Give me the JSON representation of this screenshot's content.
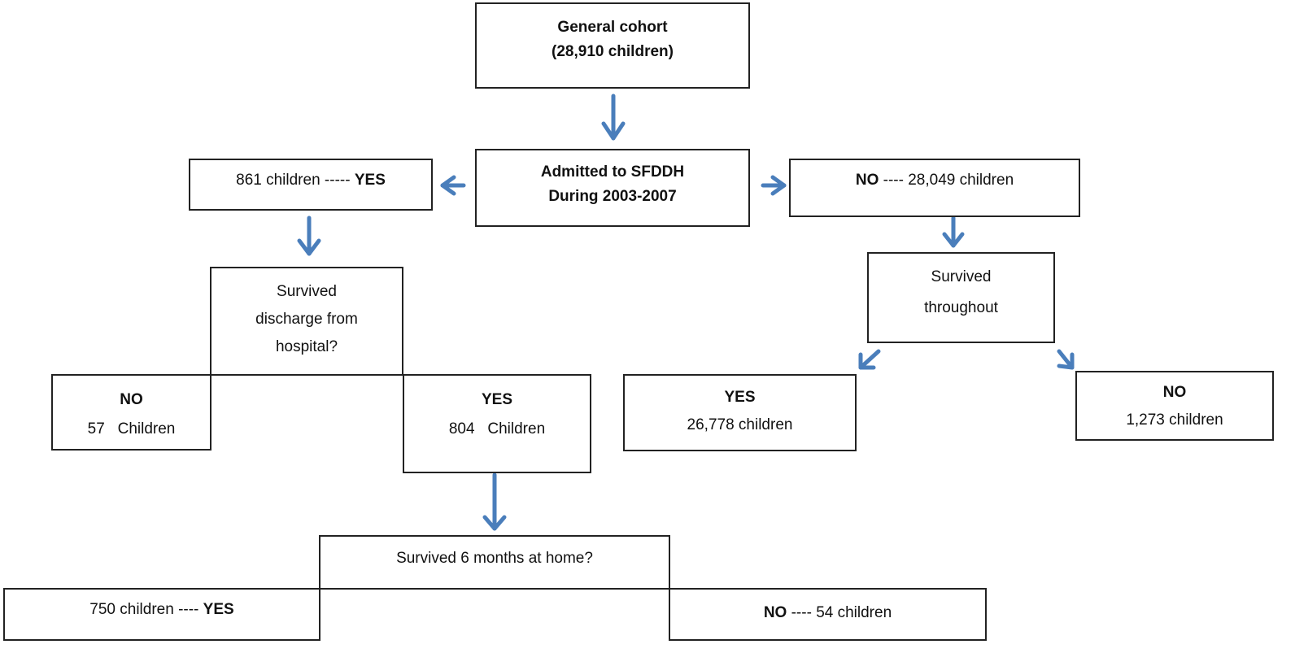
{
  "arrow_color": "#4a7ebb",
  "nodes": {
    "general": {
      "line1": "General cohort",
      "line2": "(28,910 children)"
    },
    "admitted": {
      "line1": "Admitted to SFDDH",
      "line2": "During 2003-2007"
    },
    "admitted_yes": {
      "count": "861 children -----",
      "label": "YES"
    },
    "admitted_no": {
      "label": "NO",
      "count": "---- 28,049 children"
    },
    "survived_discharge": {
      "line1": "Survived",
      "line2": "discharge from",
      "line3": "hospital?"
    },
    "discharge_no": {
      "label": "NO",
      "count": "57   Children"
    },
    "discharge_yes": {
      "label": "YES",
      "count": "804   Children"
    },
    "survived_throughout": {
      "line1": "Survived",
      "line2": "throughout"
    },
    "throughout_yes": {
      "label": "YES",
      "count": "26,778 children"
    },
    "throughout_no": {
      "label": "NO",
      "count": "1,273 children"
    },
    "survived_home": {
      "text": "Survived 6 months at home?"
    },
    "home_yes": {
      "count": "750 children ----",
      "label": "YES"
    },
    "home_no": {
      "label": "NO",
      "count": "---- 54 children"
    }
  }
}
